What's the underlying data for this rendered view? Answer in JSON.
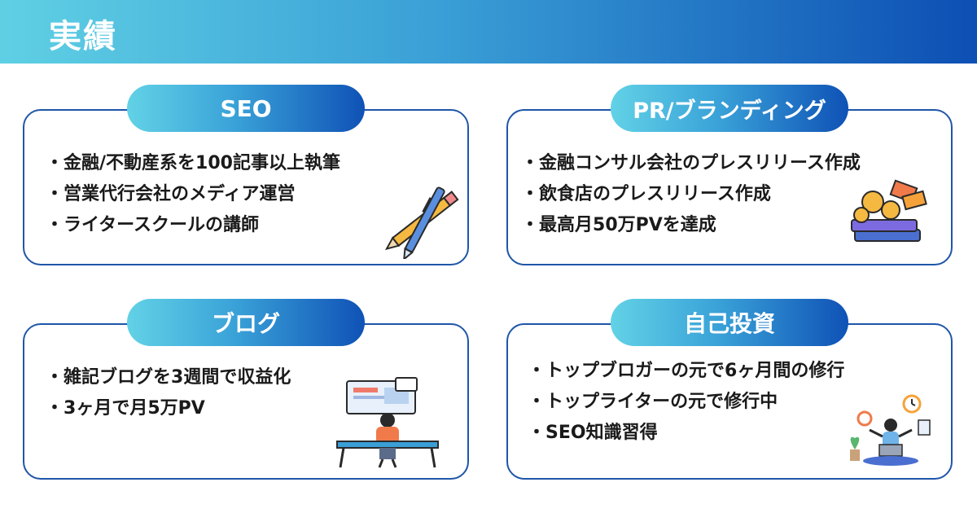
{
  "header": {
    "title": "実績"
  },
  "cards": [
    {
      "title": "SEO",
      "items": [
        "金融/不動産系を100記事以上執筆",
        "営業代行会社のメディア運営",
        "ライタースクールの講師"
      ],
      "illustration": "pen-pencil-icon"
    },
    {
      "title": "PR/ブランディング",
      "items": [
        "金融コンサル会社のプレスリリース作成",
        "飲食店のプレスリリース作成",
        "最高月50万PVを達成"
      ],
      "illustration": "money-books-icon"
    },
    {
      "title": "ブログ",
      "items": [
        "雑記ブログを3週間で収益化",
        "3ヶ月で月5万PV"
      ],
      "illustration": "desk-worker-icon"
    },
    {
      "title": "自己投資",
      "items": [
        "トップブロガーの元で6ヶ月間の修行",
        "トップライターの元で修行中",
        "SEO知識習得"
      ],
      "illustration": "meditating-person-icon"
    }
  ],
  "colors": {
    "accent_start": "#5fd0e4",
    "accent_end": "#0d4fb4",
    "card_border": "#1f56a8"
  }
}
